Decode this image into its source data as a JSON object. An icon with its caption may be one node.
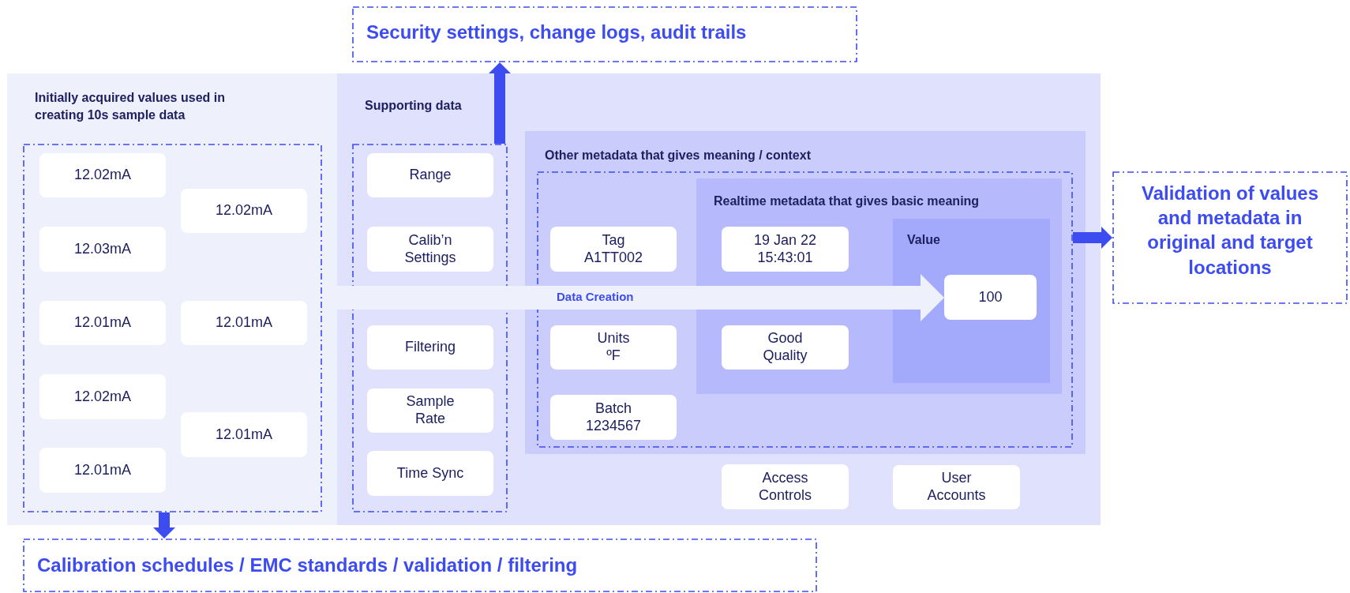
{
  "diagram": {
    "nodes": [
      {
        "text": [
          "Initially acquired values used in creating 10s sample data"
        ]
      },
      {
        "text": [],
        "shape": "box",
        "in": 0
      },
      {
        "text": [
          "12.02mA"
        ],
        "in": 1
      },
      {
        "text": [
          "12.02mA"
        ],
        "in": 1
      },
      {
        "text": [
          "12.03mA"
        ],
        "in": 1
      },
      {
        "text": [
          "12.01mA"
        ],
        "in": 1
      },
      {
        "text": [
          "12.01mA"
        ],
        "in": 1
      },
      {
        "text": [
          "12.02mA"
        ],
        "in": 1
      },
      {
        "text": [
          "12.01mA"
        ],
        "in": 1
      },
      {
        "text": [
          "12.01mA"
        ],
        "in": 1
      },
      {
        "text": [
          "Supporting data"
        ]
      },
      {
        "text": [],
        "shape": "box",
        "in": 10
      },
      {
        "text": [
          "Range"
        ],
        "in": 11
      },
      {
        "text": [
          "Calib’n Settings"
        ],
        "in": 11
      },
      {
        "text": [
          "Filtering"
        ],
        "in": 11
      },
      {
        "text": [
          "Sample Rate"
        ],
        "in": 11
      },
      {
        "text": [
          "Time Sync"
        ],
        "in": 11
      },
      {
        "text": [
          "Other metadata that gives meaning / context"
        ],
        "in": 10
      },
      {
        "text": [],
        "shape": "box",
        "in": 17
      },
      {
        "text": [
          "Tag",
          "A1TT002"
        ],
        "in": 18
      },
      {
        "text": [
          "Units",
          "ºF"
        ],
        "in": 18
      },
      {
        "text": [
          "Batch",
          "1234567"
        ],
        "in": 18
      },
      {
        "text": [
          "Realtime metadata that gives basic meaning"
        ],
        "in": 18
      },
      {
        "text": [
          "19 Jan 22 15:43:01"
        ],
        "in": 22
      },
      {
        "text": [
          "Good Quality"
        ],
        "in": 22
      },
      {
        "text": [
          "Value"
        ],
        "in": 22
      },
      {
        "text": [
          "100"
        ],
        "in": 25
      },
      {
        "text": [
          "Access Controls"
        ],
        "in": 10
      },
      {
        "text": [
          "User Accounts"
        ],
        "in": 10
      },
      {
        "text": [
          "Security settings, change logs, audit trails"
        ]
      },
      {
        "text": [
          "Calibration schedules / EMC standards / validation / filtering"
        ]
      },
      {
        "text": [
          "Validation of values and metadata in original and target locations"
        ]
      }
    ],
    "edges": [
      {
        "from": 11,
        "to": 29,
        "arrow": "to"
      },
      {
        "from": 1,
        "to": 30,
        "arrow": "to"
      },
      {
        "from": 18,
        "to": 31,
        "arrow": "to"
      },
      {
        "from": 0,
        "to": 26,
        "arrow": "to",
        "style": "thick",
        "label": "Data Creation",
        "color": "#eef0fc"
      }
    ]
  }
}
